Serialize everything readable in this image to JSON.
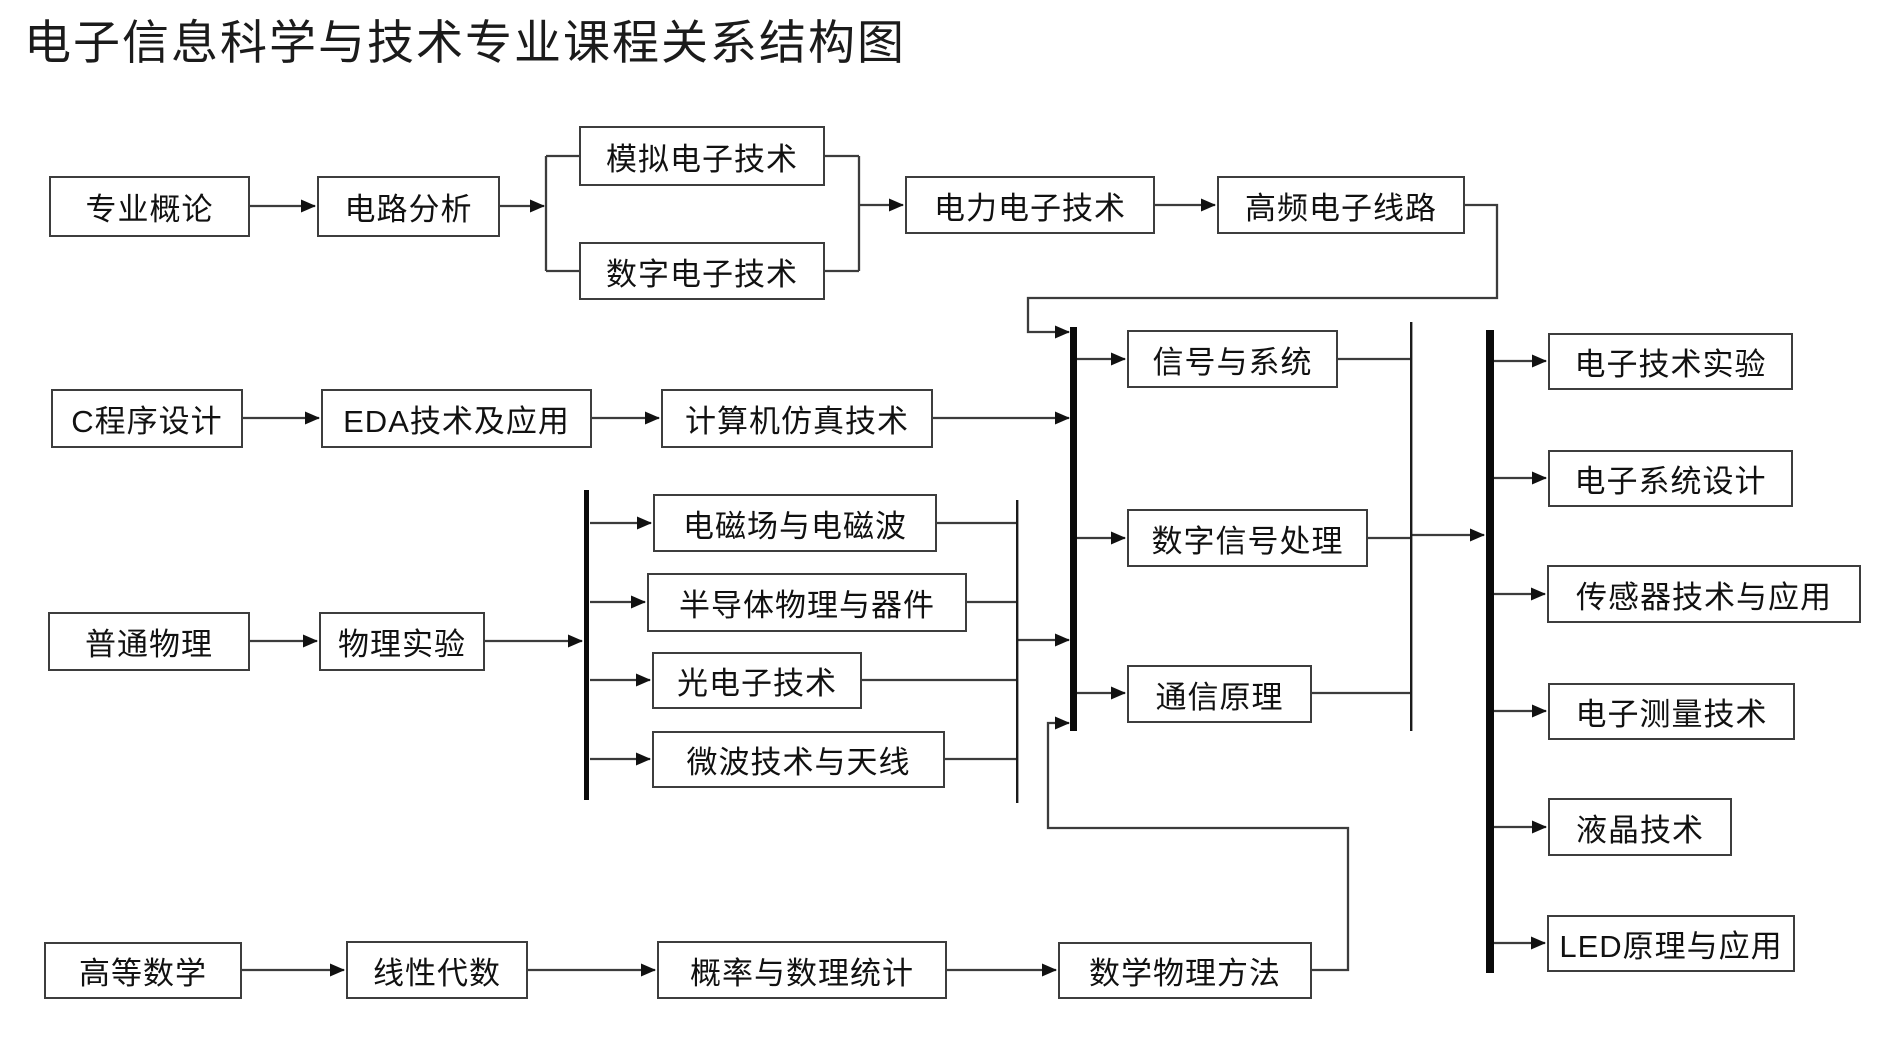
{
  "title": "电子信息科学与技术专业课程关系结构图",
  "colors": {
    "line": "#3c3c3c",
    "bar": "#0a0a0a",
    "box_border": "#3d3d3d",
    "text": "#111111",
    "background": "#ffffff"
  },
  "courses": {
    "major_overview": "专业概论",
    "circuit_analysis": "电路分析",
    "analog_electronics": "模拟电子技术",
    "digital_electronics": "数字电子技术",
    "power_electronics": "电力电子技术",
    "hf_circuits": "高频电子线路",
    "c_programming": "C程序设计",
    "eda": "EDA技术及应用",
    "computer_simulation": "计算机仿真技术",
    "em_fields": "电磁场与电磁波",
    "semiconductor_physics": "半导体物理与器件",
    "optoelectronics": "光电子技术",
    "microwave_antenna": "微波技术与天线",
    "general_physics": "普通物理",
    "physics_experiment": "物理实验",
    "signals_systems": "信号与系统",
    "dsp": "数字信号处理",
    "communication_principles": "通信原理",
    "advanced_math": "高等数学",
    "linear_algebra": "线性代数",
    "probability_statistics": "概率与数理统计",
    "math_physics_methods": "数学物理方法",
    "electronics_experiment": "电子技术实验",
    "electronic_system_design": "电子系统设计",
    "sensor_technology": "传感器技术与应用",
    "electronic_measurement": "电子测量技术",
    "lcd_technology": "液晶技术",
    "led_principles": "LED原理与应用"
  },
  "edges": [
    "专业概论→电路分析",
    "电路分析→模拟电子技术",
    "电路分析→数字电子技术",
    "模拟电子技术→电力电子技术",
    "数字电子技术→电力电子技术",
    "电力电子技术→高频电子线路",
    "高频电子线路→中央汇流条",
    "C程序设计→EDA技术及应用",
    "EDA技术及应用→计算机仿真技术",
    "计算机仿真技术→中央汇流条",
    "普通物理→物理实验",
    "物理实验→物理汇流条",
    "物理汇流条→电磁场与电磁波",
    "物理汇流条→半导体物理与器件",
    "物理汇流条→光电子技术",
    "物理汇流条→微波技术与天线",
    "电磁场与电磁波/半导体物理与器件/光电子技术/微波技术与天线→中央汇流条",
    "中央汇流条→信号与系统",
    "中央汇流条→数字信号处理",
    "中央汇流条→通信原理",
    "信号与系统/数字信号处理/通信原理→右侧汇流条",
    "高等数学→线性代数",
    "线性代数→概率与数理统计",
    "概率与数理统计→数学物理方法",
    "数学物理方法→中央汇流条",
    "右侧汇流条→电子技术实验",
    "右侧汇流条→电子系统设计",
    "右侧汇流条→传感器技术与应用",
    "右侧汇流条→电子测量技术",
    "右侧汇流条→液晶技术",
    "右侧汇流条→LED原理与应用"
  ]
}
